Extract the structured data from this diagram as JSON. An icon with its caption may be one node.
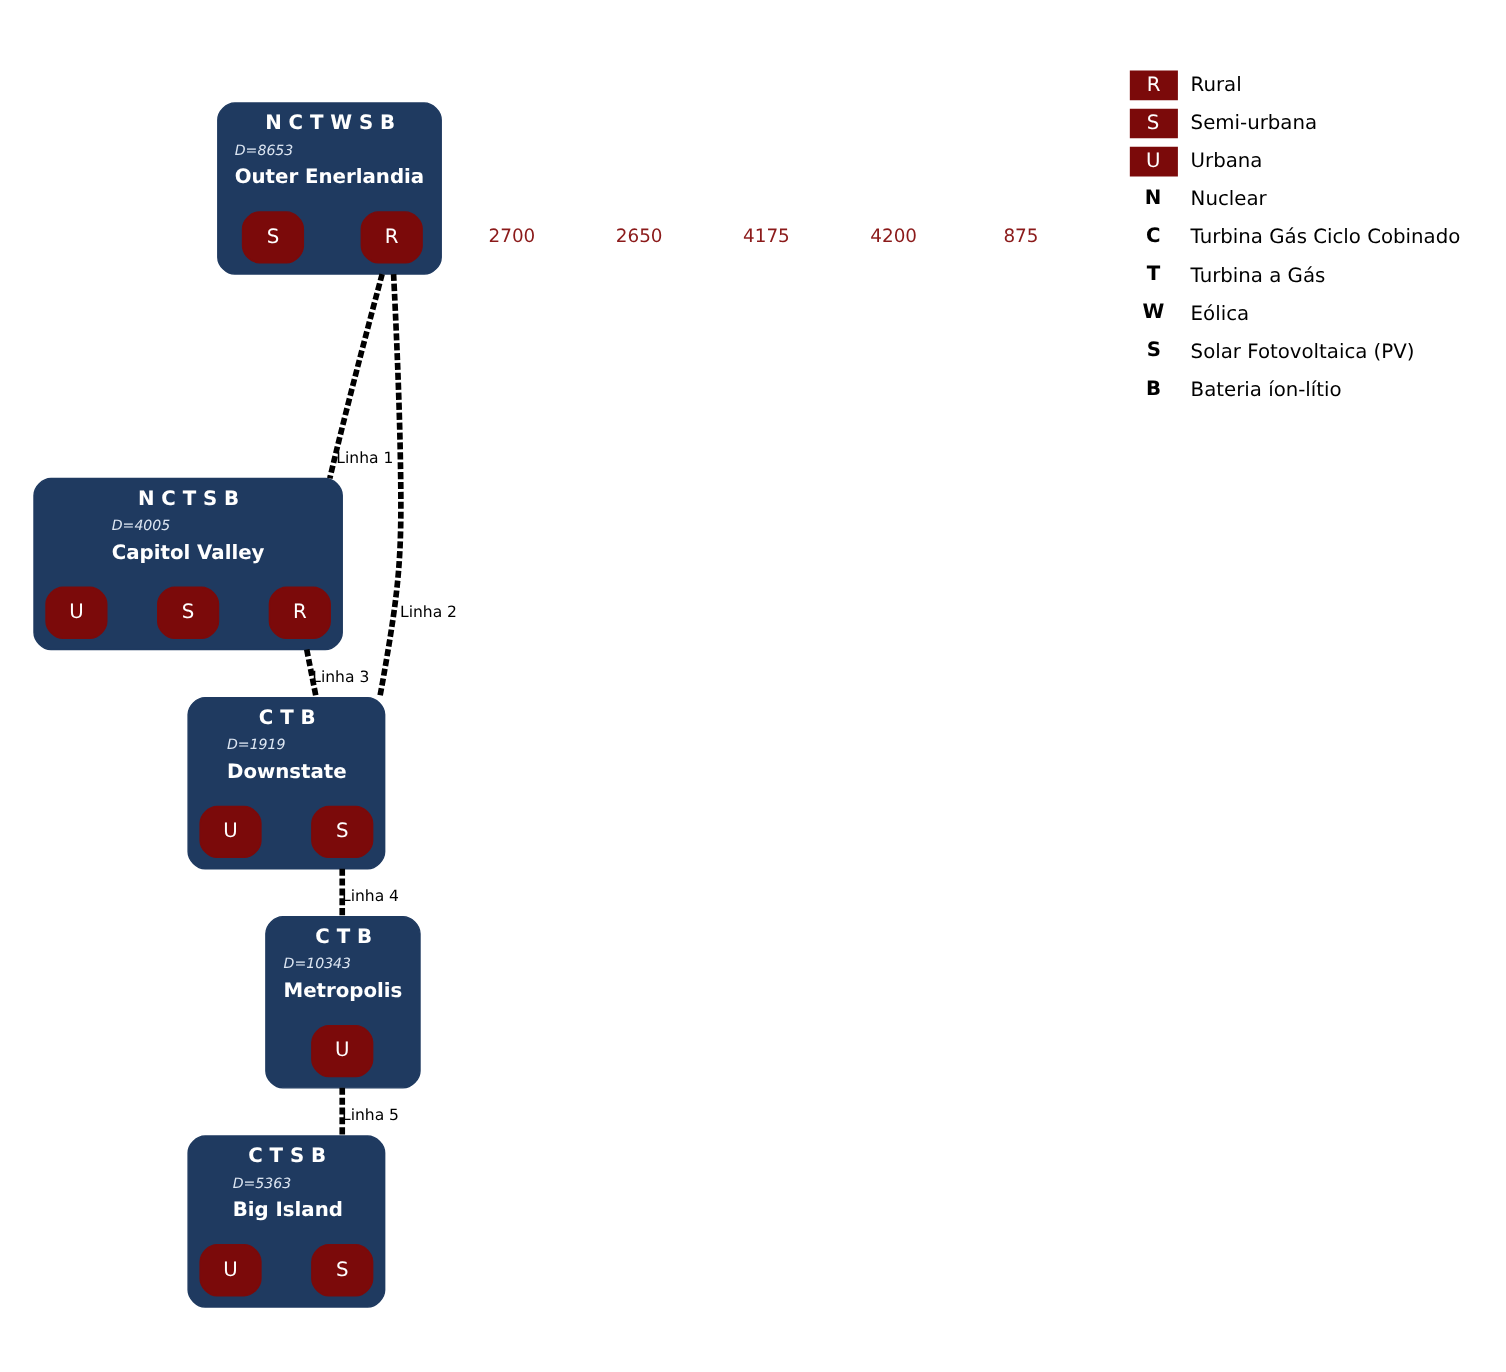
{
  "diagram": {
    "nodes": [
      {
        "text": [
          "N C T W S B",
          "D=8653",
          "Outer Enerlandia"
        ]
      },
      {
        "text": [
          "R"
        ],
        "in": 0
      },
      {
        "text": [
          "S"
        ],
        "in": 0
      },
      {
        "text": [
          "N C T S B",
          "D=4005",
          "Capitol Valley"
        ]
      },
      {
        "text": [
          "R"
        ],
        "in": 3
      },
      {
        "text": [
          "S"
        ],
        "in": 3
      },
      {
        "text": [
          "U"
        ],
        "in": 3
      },
      {
        "text": [
          "C T B",
          "D=1919",
          "Downstate"
        ]
      },
      {
        "text": [
          "S"
        ],
        "in": 7
      },
      {
        "text": [
          "U"
        ],
        "in": 7
      },
      {
        "text": [
          "C T B",
          "D=10343",
          "Metropolis"
        ]
      },
      {
        "text": [
          "U"
        ],
        "in": 10
      },
      {
        "text": [
          "C T S B",
          "D=5363",
          "Big Island"
        ]
      },
      {
        "text": [
          "S"
        ],
        "in": 12
      },
      {
        "text": [
          "U"
        ],
        "in": 12
      }
    ],
    "edges": [
      {
        "from": 0,
        "to": 3,
        "arrow": "none",
        "style": "dashed",
        "label": "Linha 1"
      },
      {
        "from": 0,
        "to": 7,
        "arrow": "none",
        "style": "dashed",
        "label": "Linha 2"
      },
      {
        "from": 3,
        "to": 7,
        "arrow": "none",
        "style": "dashed",
        "label": "Linha 3"
      },
      {
        "from": 7,
        "to": 10,
        "arrow": "none",
        "style": "dashed",
        "label": "Linha 4"
      },
      {
        "from": 10,
        "to": 12,
        "arrow": "none",
        "style": "dashed",
        "label": "Linha 5"
      }
    ],
    "labels": [
      "2700",
      "2650",
      "4175",
      "4200",
      "875",
      "R",
      "S",
      "U",
      "N",
      "C",
      "T",
      "W",
      "S",
      "B"
    ],
    "legend": [
      {
        "text": "Rural",
        "color": "#7b0a0a"
      },
      {
        "text": "Semi-urbana",
        "color": "#7b0a0a"
      },
      {
        "text": "Urbana",
        "color": "#7b0a0a"
      },
      {
        "text": "Nuclear"
      },
      {
        "text": "Turbina Gás Ciclo Cobinado"
      },
      {
        "text": "Turbina a Gás"
      },
      {
        "text": "Eólica"
      },
      {
        "text": "Solar Fotovoltaica (PV)"
      },
      {
        "text": "Bateria íon-lítio"
      }
    ]
  }
}
